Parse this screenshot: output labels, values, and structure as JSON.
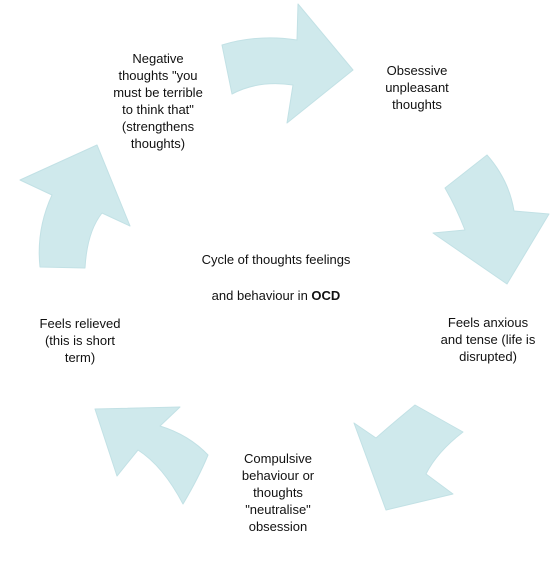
{
  "diagram": {
    "arrow_color": "#cfe9ec",
    "arrow_stroke": "#c2e1e5",
    "center": {
      "line1": "Cycle of thoughts feelings",
      "line2_prefix": "and behaviour in ",
      "line2_bold": "OCD"
    },
    "nodes": [
      {
        "id": "obsessive",
        "text": "Obsessive\nunpleasant\nthoughts"
      },
      {
        "id": "anxious",
        "text": "Feels anxious\nand tense (life is\ndisrupted)"
      },
      {
        "id": "compulsive",
        "text": "Compulsive\nbehaviour or\nthoughts\n\"neutralise\"\nobsession"
      },
      {
        "id": "relieved",
        "text": "Feels relieved\n(this is short\nterm)"
      },
      {
        "id": "negative",
        "text": "Negative\nthoughts \"you\nmust be terrible\nto think that\"\n(strengthens\nthoughts)"
      }
    ]
  }
}
